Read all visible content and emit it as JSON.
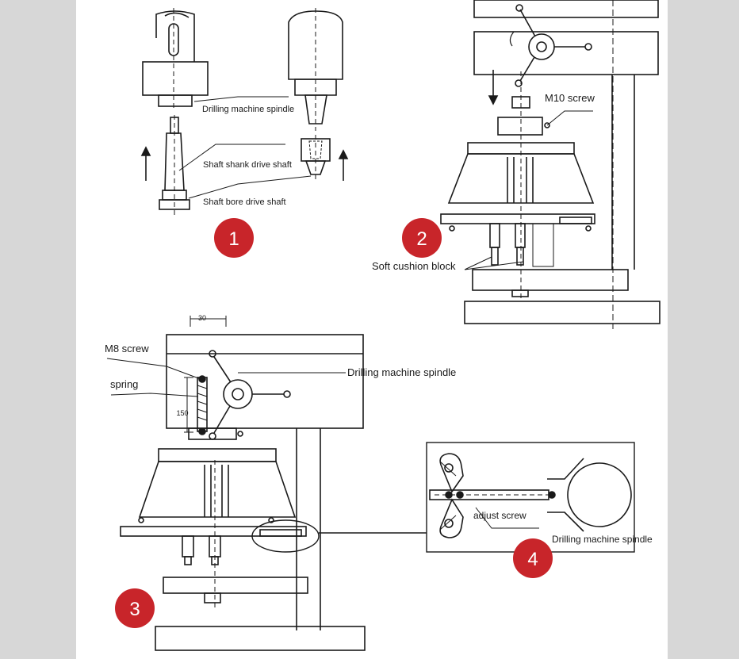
{
  "labels": {
    "spindle_1": "Drilling machine spindle",
    "shank": "Shaft shank drive shaft",
    "bore": "Shaft bore drive shaft",
    "m10": "M10 screw",
    "cushion": "Soft cushion block",
    "m8": "M8 screw",
    "spring": "spring",
    "spindle_3": "Drilling machine spindle",
    "adjust": "adjust screw",
    "spindle_4": "Drilling machine spindle"
  },
  "dims": {
    "width": "30",
    "height": "150"
  },
  "steps": [
    "1",
    "2",
    "3",
    "4"
  ],
  "colors": {
    "badge": "#c8252a",
    "line": "#1a1a1a",
    "paper": "#ffffff",
    "margin": "#d7d7d7"
  }
}
